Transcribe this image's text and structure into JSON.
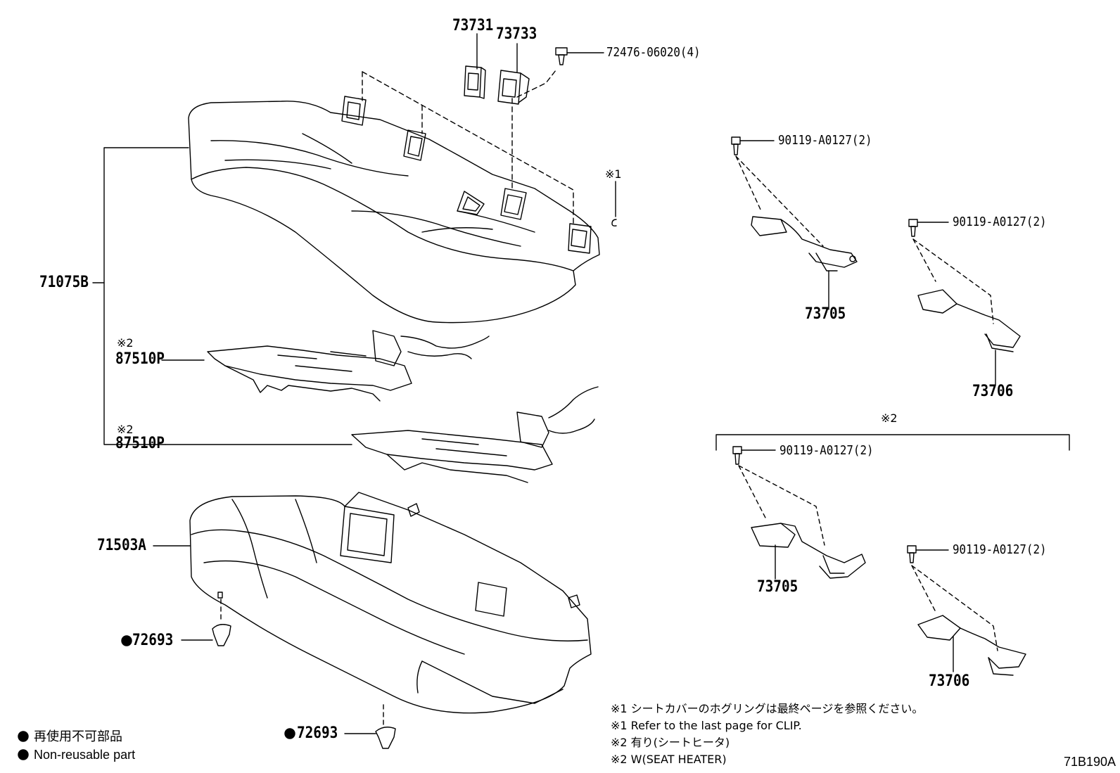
{
  "labels": {
    "p73731": "73731",
    "p73733": "73733",
    "p72476": "72476-06020(4)",
    "p71075B": "71075B",
    "p87510P_a": "87510P",
    "p87510P_b": "87510P",
    "p71503A": "71503A",
    "p72693_a": "72693",
    "p72693_b": "72693",
    "p90119_a": "90119-A0127(2)",
    "p90119_b": "90119-A0127(2)",
    "p90119_c": "90119-A0127(2)",
    "p90119_d": "90119-A0127(2)",
    "p73705_a": "73705",
    "p73705_b": "73705",
    "p73706_a": "73706",
    "p73706_b": "73706"
  },
  "marks": {
    "m1": "※1",
    "m2_a": "※2",
    "m2_b": "※2",
    "m2_c": "※2"
  },
  "notes": {
    "n1_jp": "※1 シートカバーのホグリングは最終ページを参照ください。",
    "n1_en": "※1 Refer to the last page for CLIP.",
    "n2_jp": "※2 有り(シートヒータ)",
    "n2_en": "※2 W(SEAT HEATER)"
  },
  "legend": {
    "jp": "再使用不可部品",
    "en": "Non-reusable part"
  },
  "diagram_code": "71B190A"
}
